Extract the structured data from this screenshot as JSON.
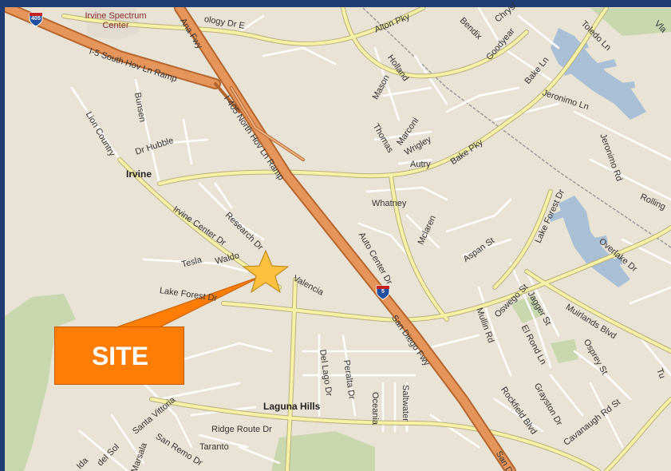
{
  "callout": {
    "text": "SITE"
  },
  "shields": {
    "i405": "405",
    "i5": "5"
  },
  "labels": {
    "irvine_spectrum": "Irvine Spectrum Center",
    "santa_ana_fwy": "Ana Fwy",
    "i5_south_hov": "I-5 South Hov Ln Ramp",
    "i405_north_hov": "I-405 North Hov Ln Ramp",
    "ology_dr_e": "ology Dr E",
    "alton_pky": "Alton Pky",
    "bendix": "Bendix",
    "chrysler": "Chrysl",
    "goodyear": "Goodyear",
    "toledo_ln": "Toledo Ln",
    "vla": "Vla",
    "bake_ln": "Bake Ln",
    "jeronimo_ln": "Jeronimo Ln",
    "jeronimo_rd": "Jeronimo Rd",
    "rolling": "Rolling",
    "holland": "Holland",
    "mason": "Mason",
    "marconi": "Marconi",
    "thomas": "Thomas",
    "wrigley": "Wrigley",
    "autry": "Autry",
    "bake_pky": "Bake Pky",
    "bunsen": "Bunsen",
    "lion_country": "Lion Country",
    "dr_hubble": "Dr Hubble",
    "irvine": "Irvine",
    "irvine_center_dr": "Irvine Center Dr",
    "research_dr": "Research Dr",
    "whatney": "Whatney",
    "auto_center_dr": "Auto Center Dr",
    "mclaren": "Mclaren",
    "aspan_st": "Aspan St",
    "lake_forest_dr_east": "Lake Forest Dr",
    "overlake_dr": "Overlake Dr",
    "tesla": "Tesla",
    "waldo": "Waldo",
    "valencia": "Valencia",
    "lake_forest_dr_west": "Lake Forest Dr",
    "oswego_st": "Oswego St",
    "jagger_st": "Jagger St",
    "muirlands_blvd": "Muirlands Blvd",
    "mullin_rd": "Mullin Rd",
    "el_rond_ln": "El Rond Ln",
    "osprey_st": "Osprey St",
    "san_diego_fwy": "San Diego Fwy",
    "del_lago_dr": "Del Lago Dr",
    "peralta_dr": "Peralta Dr",
    "oceania": "Oceania",
    "saltwater": "Saltwater",
    "rockfield_blvd": "Rockfield Blvd",
    "grayston_dr": "Grayston Dr",
    "cavanaugh_rd_st": "Cavanaugh Rd St",
    "laguna_hills": "Laguna Hills",
    "ridge_route_dr": "Ridge Route Dr",
    "santa_vittoria": "Santa Vittoria",
    "san_remo_dr": "San Remo Dr",
    "taranto": "Taranto",
    "del_sol": "del Sol",
    "marsala": "Marsala",
    "sw_r": "Ida",
    "tu": "Tu",
    "san_d": "San D"
  },
  "colors": {
    "land": "#e9e3d6",
    "park": "#c9d7ae",
    "water": "#a8bfd6",
    "freeway": "#e6955a",
    "freeway_edge": "#b4662e",
    "major_road": "#f6f1a6",
    "callout": "#ff7d05",
    "star": "#ffbf3f",
    "frame": "#1f3c73"
  },
  "icons": [
    "site-star-icon",
    "interstate-405-shield-icon",
    "interstate-5-shield-icon"
  ]
}
